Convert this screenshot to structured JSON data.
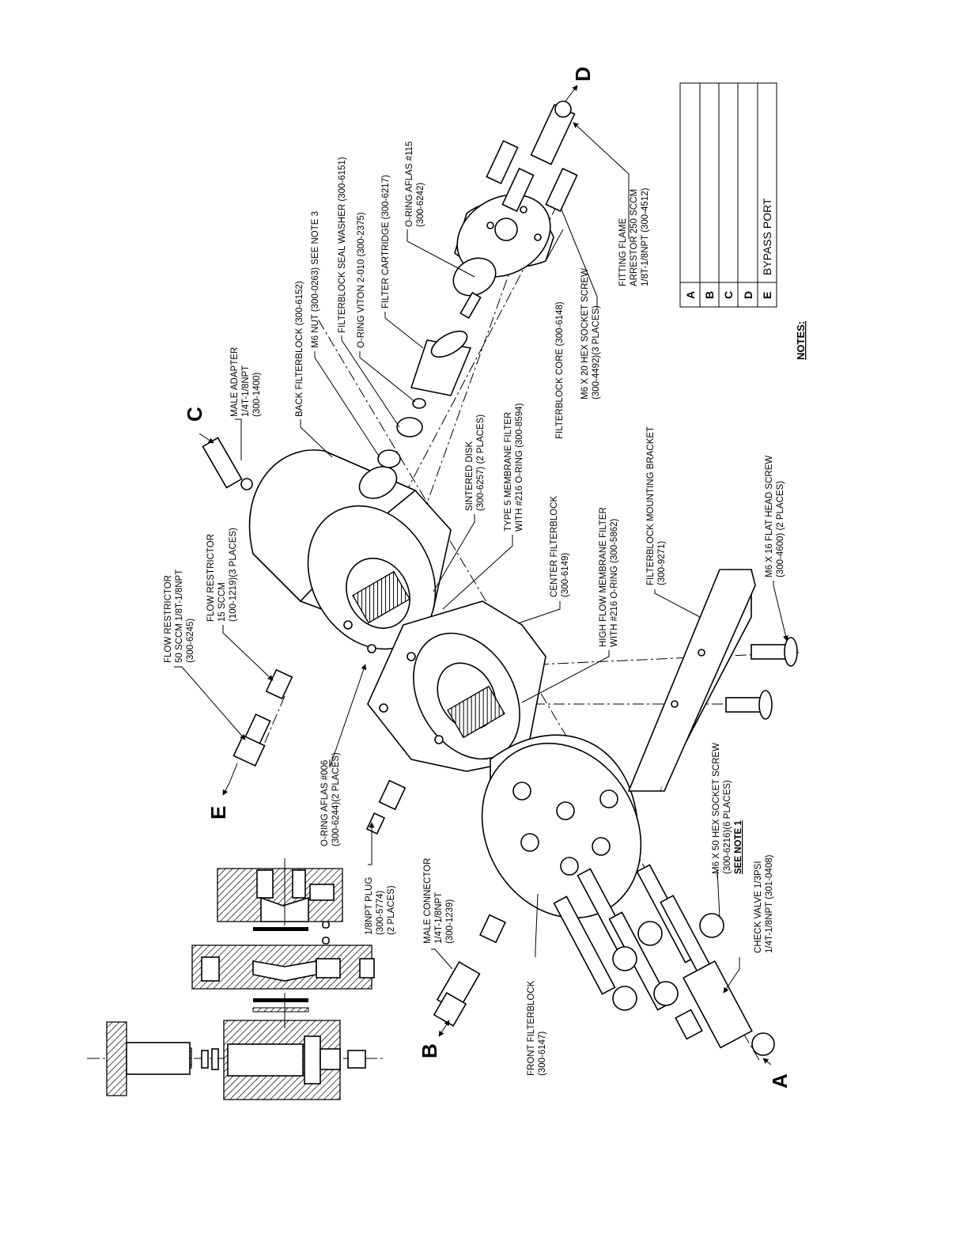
{
  "callouts": {
    "flow_restrictor_50": [
      "FLOW RESTRICTOR",
      "50 SCCM 1/8T-1/8NPT",
      "(300-6245)"
    ],
    "flow_restrictor_15": [
      "FLOW RESTRICTOR",
      "15 SCCM",
      "(100-1219)(3 PLACES)"
    ],
    "male_adapter": [
      "MALE ADAPTER",
      "1/4T-1/8NPT",
      "(300-1400)"
    ],
    "back_filterblock": [
      "BACK FILTERBLOCK (300-6152)"
    ],
    "m6_nut": [
      "M6 NUT (300-0263) SEE NOTE 3"
    ],
    "seal_washer": [
      "FILTERBLOCK SEAL WASHER (300-6151)"
    ],
    "oring_viton": [
      "O-RING VITON 2-010 (300-2375)"
    ],
    "filter_cartridge": [
      "FILTER CARTRIDGE (300-6217)"
    ],
    "oring_aflas_115": [
      "O-RING AFLAS #115",
      "(300-6242)"
    ],
    "sintered_disk": [
      "SINTERED DISK",
      "(300-6257) (2 PLACES)"
    ],
    "type5_membrane": [
      "TYPE 5 MEMBRANE FILTER",
      "WITH #216 O-RING (300-8594)"
    ],
    "filterblock_core": [
      "FILTERBLOCK CORE (300-6148)"
    ],
    "hex_screw_20": [
      "M6 X 20 HEX SOCKET SCREW",
      "(300-4492)(3 PLACES)"
    ],
    "fitting_flame": [
      "FITTING FLAME",
      "ARRESTOR 250 SCCM",
      "1/8T-1/8NPT (300-4512)"
    ],
    "center_filterblock": [
      "CENTER FILTERBLOCK",
      "(300-6149)"
    ],
    "high_flow_membrane": [
      "HIGH FLOW MEMBRANE FILTER",
      "WITH #216 O-RING (300-5862)"
    ],
    "mounting_bracket": [
      "FILTERBLOCK MOUNTING BRACKET",
      "(300-9271)"
    ],
    "flat_head_screw": [
      "M6 X 16 FLAT HEAD SCREW",
      "(300-4600) (2 PLACES)"
    ],
    "oring_aflas_006": [
      "O-RING AFLAS #006",
      "(300-6244)(2 PLACES)"
    ],
    "npt_plug": [
      "1/8NPT PLUG",
      "(300-5774)",
      "(2 PLACES)"
    ],
    "male_connector": [
      "MALE CONNECTOR",
      "1/4T-1/8NPT",
      "(300-1239)"
    ],
    "front_filterblock": [
      "FRONT FILTERBLOCK",
      "(300-6147)"
    ],
    "hex_screw_50": [
      "M6 X 50  HEX SOCKET SCREW",
      "(300-6216)(6 PLACES)",
      "SEE NOTE 1"
    ],
    "check_valve": [
      "CHECK VALVE 1/3PSI",
      "1/4T-1/8NPT (301-0408)"
    ]
  },
  "port_letters": {
    "A": "A",
    "B": "B",
    "C": "C",
    "D": "D",
    "E": "E"
  },
  "port_table": {
    "rows": [
      {
        "key": "A",
        "desc": ""
      },
      {
        "key": "B",
        "desc": ""
      },
      {
        "key": "C",
        "desc": ""
      },
      {
        "key": "D",
        "desc": ""
      },
      {
        "key": "E",
        "desc": "BYPASS PORT"
      }
    ]
  },
  "notes_heading": "NOTES:"
}
